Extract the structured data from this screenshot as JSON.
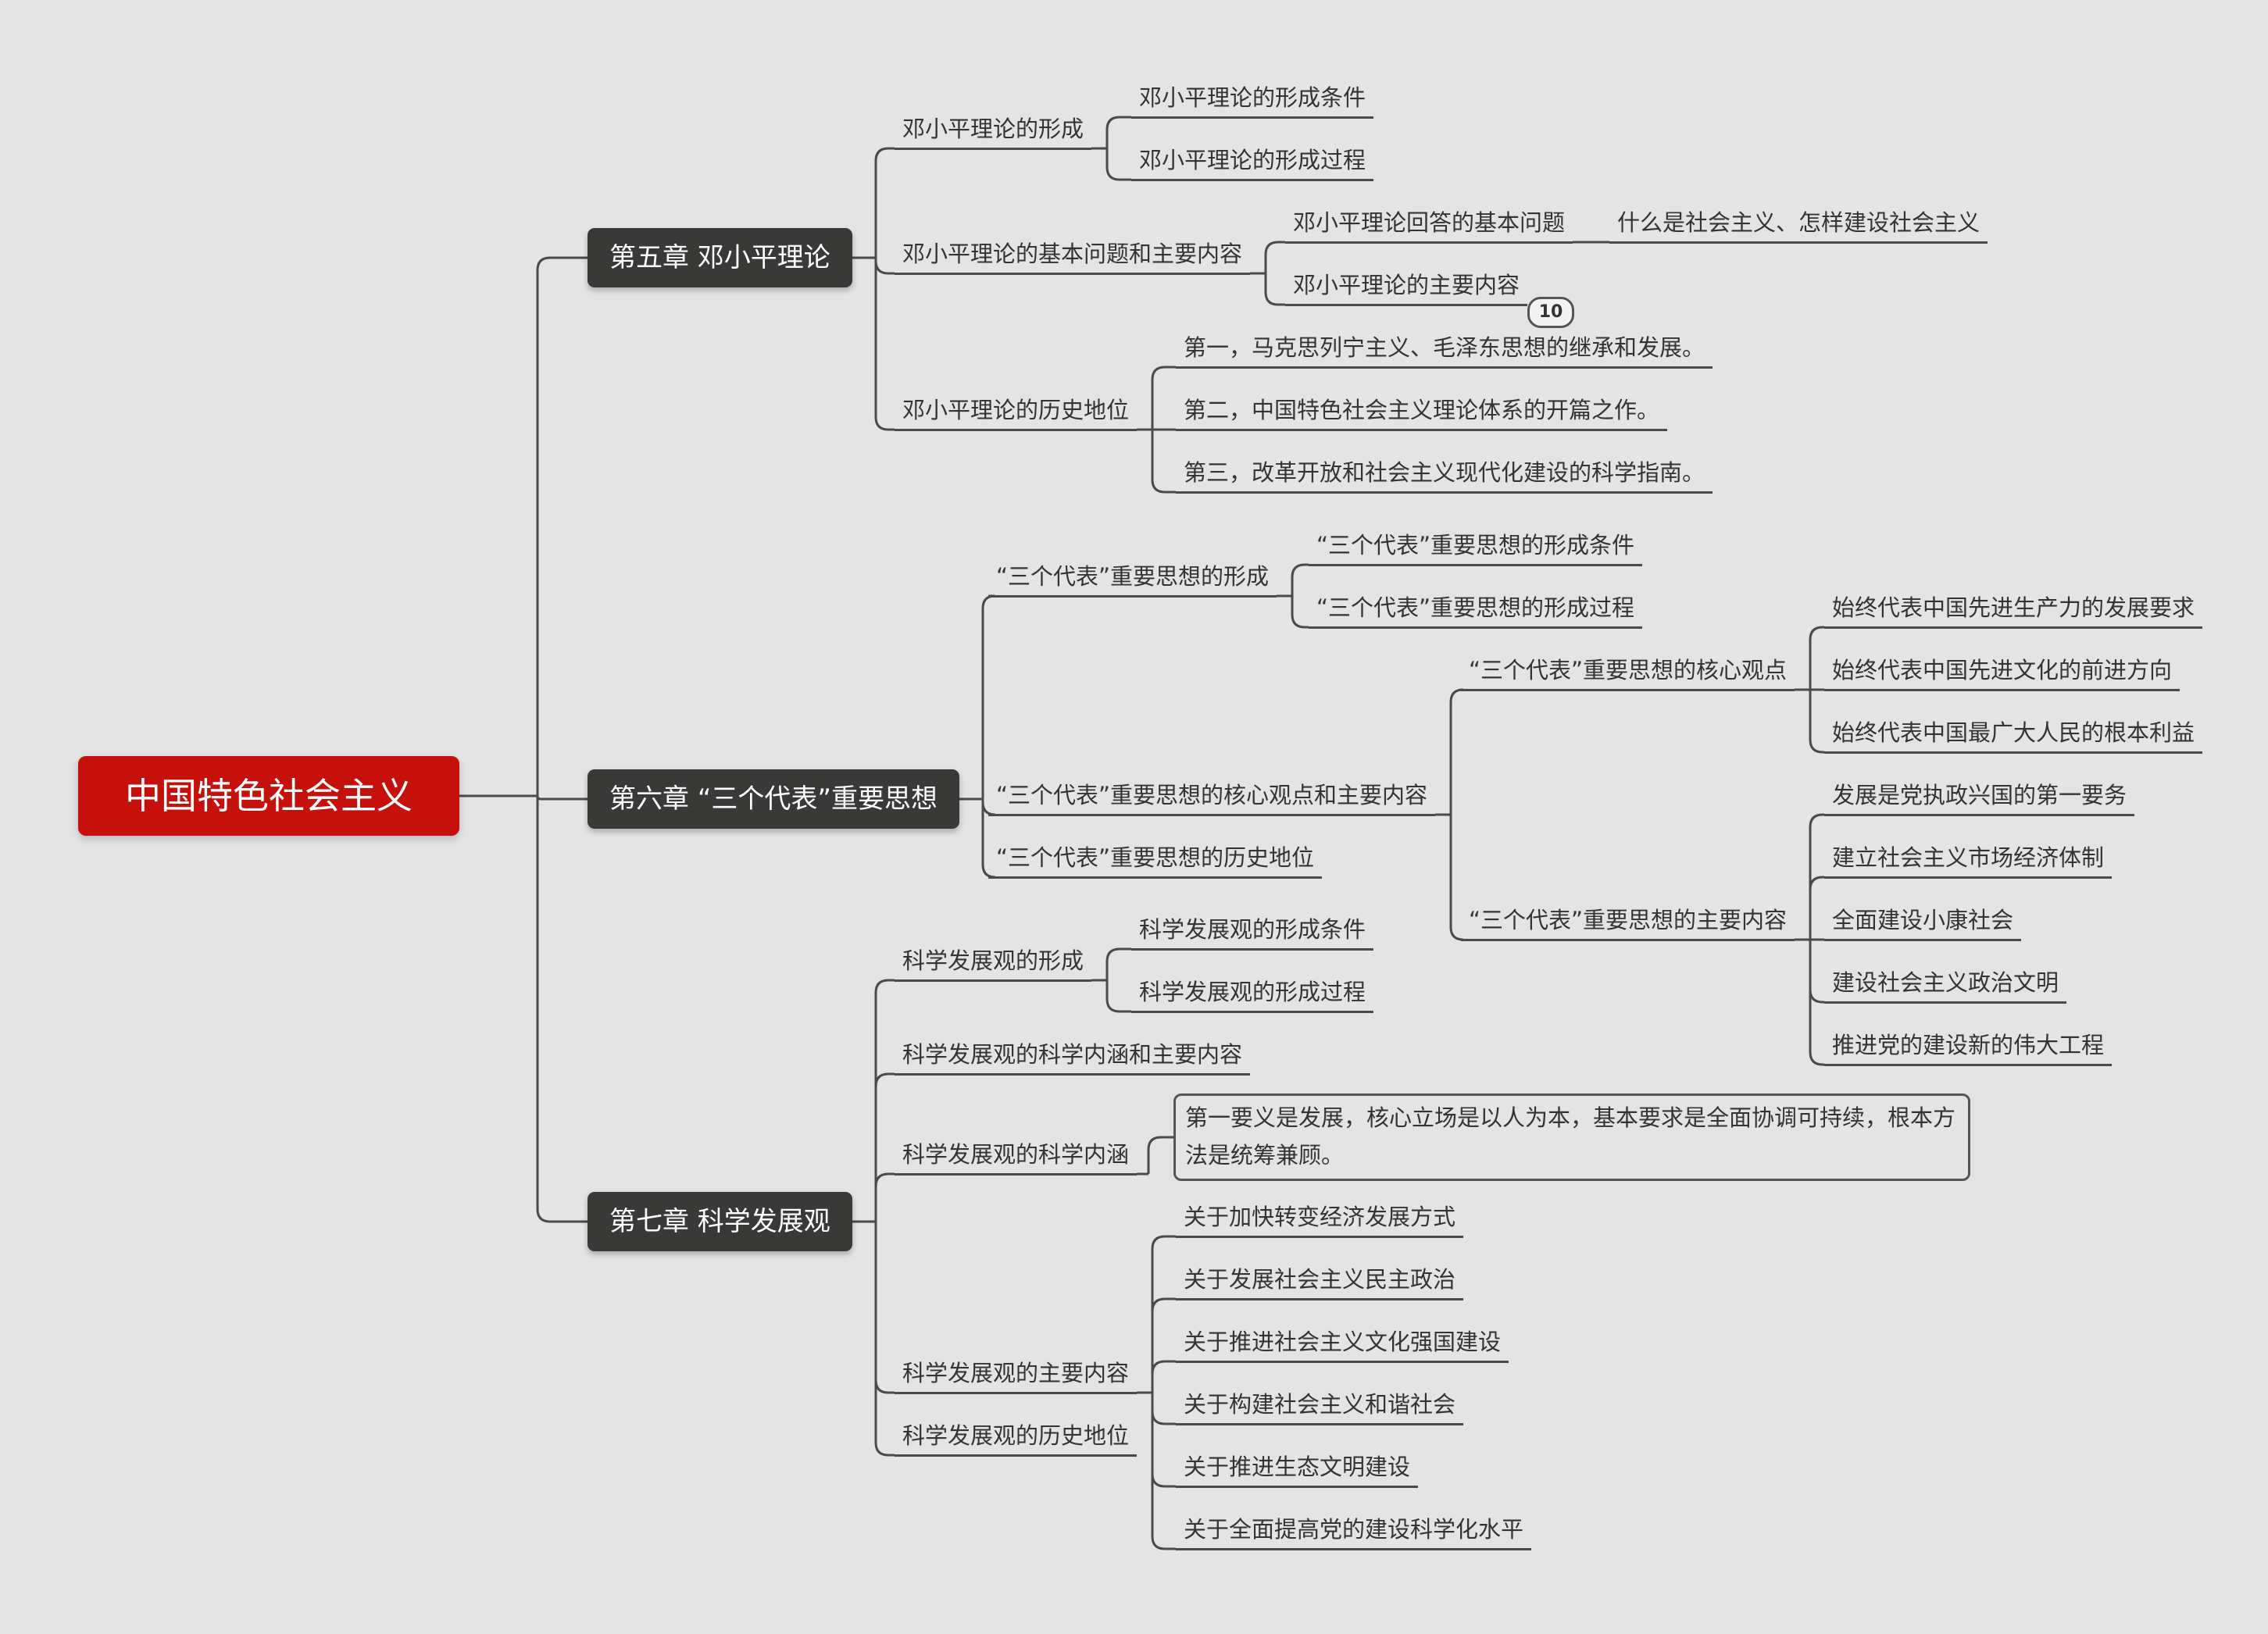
{
  "root": "中国特色社会主义",
  "ch5": {
    "title": "第五章  邓小平理论",
    "formation": {
      "label": "邓小平理论的形成",
      "conditions": "邓小平理论的形成条件",
      "process": "邓小平理论的形成过程"
    },
    "basic": {
      "label": "邓小平理论的基本问题和主要内容",
      "question": "邓小平理论回答的基本问题",
      "answer": "什么是社会主义、怎样建设社会主义",
      "contents": "邓小平理论的主要内容",
      "contents_badge": "10"
    },
    "status": {
      "label": "邓小平理论的历史地位",
      "items": [
        "第一，马克思列宁主义、毛泽东思想的继承和发展。",
        "第二，中国特色社会主义理论体系的开篇之作。",
        "第三，改革开放和社会主义现代化建设的科学指南。"
      ]
    }
  },
  "ch6": {
    "title": "第六章  “三个代表”重要思想",
    "formation": {
      "label": "“三个代表”重要思想的形成",
      "conditions": "“三个代表”重要思想的形成条件",
      "process": "“三个代表”重要思想的形成过程"
    },
    "core": {
      "label": "“三个代表”重要思想的核心观点和主要内容",
      "viewpoint": {
        "label": "“三个代表”重要思想的核心观点",
        "items": [
          "始终代表中国先进生产力的发展要求",
          "始终代表中国先进文化的前进方向",
          "始终代表中国最广大人民的根本利益"
        ]
      },
      "contents": {
        "label": "“三个代表”重要思想的主要内容",
        "items": [
          "发展是党执政兴国的第一要务",
          "建立社会主义市场经济体制",
          "全面建设小康社会",
          "建设社会主义政治文明",
          "推进党的建设新的伟大工程"
        ]
      }
    },
    "status": "“三个代表”重要思想的历史地位"
  },
  "ch7": {
    "title": "第七章  科学发展观",
    "formation": {
      "label": "科学发展观的形成",
      "conditions": "科学发展观的形成条件",
      "process": "科学发展观的形成过程"
    },
    "connotation_main": "科学发展观的科学内涵和主要内容",
    "connotation": {
      "label": "科学发展观的科学内涵",
      "text": " 第一要义是发展，核心立场是以人为本，基本要求是全面协调可持续，根本方法是统筹兼顾。"
    },
    "contents": {
      "label": "科学发展观的主要内容",
      "items": [
        "关于加快转变经济发展方式",
        "关于发展社会主义民主政治",
        "关于推进社会主义文化强国建设",
        "关于构建社会主义和谐社会",
        "关于推进生态文明建设",
        "关于全面提高党的建设科学化水平"
      ]
    },
    "status": "科学发展观的历史地位"
  },
  "colors": {
    "root_bg": "#c5100b",
    "chapter_bg": "#393937",
    "line": "#4a4a4a",
    "background": "#e4e4e4"
  }
}
